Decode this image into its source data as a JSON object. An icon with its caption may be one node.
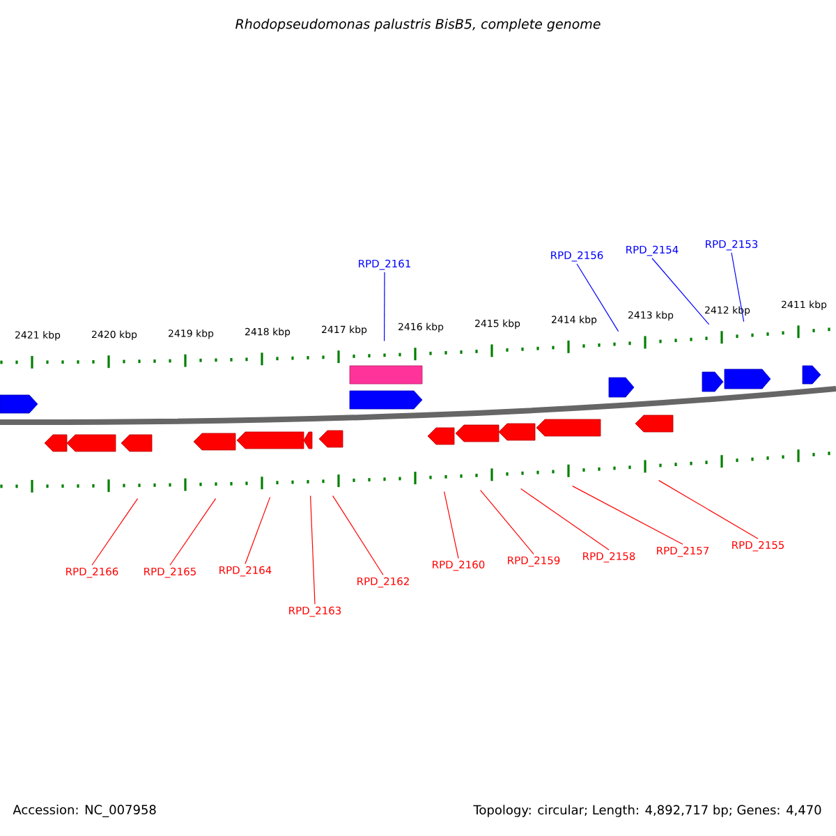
{
  "diagram": {
    "title": "Rhodopseudomonas palustris BisB5, complete genome",
    "nodes": [
      {
        "text": [
          "RPD_2161"
        ]
      },
      {
        "text": [
          "RPD_2156"
        ]
      },
      {
        "text": [
          "RPD_2154"
        ]
      },
      {
        "text": [
          "RPD_2153"
        ]
      },
      {
        "text": [
          "RPD_2166"
        ]
      },
      {
        "text": [
          "RPD_2165"
        ]
      },
      {
        "text": [
          "RPD_2164"
        ]
      },
      {
        "text": [
          "RPD_2163"
        ]
      },
      {
        "text": [
          "RPD_2162"
        ]
      },
      {
        "text": [
          "RPD_2160"
        ]
      },
      {
        "text": [
          "RPD_2159"
        ]
      },
      {
        "text": [
          "RPD_2158"
        ]
      },
      {
        "text": [
          "RPD_2157"
        ]
      },
      {
        "text": [
          "RPD_2155"
        ]
      },
      {
        "text": [],
        "shape": "scale"
      },
      {
        "text": [],
        "shape": "scale"
      }
    ],
    "edges": [
      {
        "from": 0,
        "to": 14,
        "arrow": "none",
        "color": "#0000ff"
      },
      {
        "from": 1,
        "to": 14,
        "arrow": "none",
        "color": "#0000ff"
      },
      {
        "from": 2,
        "to": 14,
        "arrow": "none",
        "color": "#0000ff"
      },
      {
        "from": 3,
        "to": 14,
        "arrow": "none",
        "color": "#0000ff"
      },
      {
        "from": 4,
        "to": 15,
        "arrow": "none"
      },
      {
        "from": 5,
        "to": 15,
        "arrow": "none"
      },
      {
        "from": 6,
        "to": 15,
        "arrow": "none"
      },
      {
        "from": 7,
        "to": 15,
        "arrow": "none"
      },
      {
        "from": 8,
        "to": 15,
        "arrow": "none"
      },
      {
        "from": 9,
        "to": 15,
        "arrow": "none"
      },
      {
        "from": 10,
        "to": 15,
        "arrow": "none"
      },
      {
        "from": 11,
        "to": 15,
        "arrow": "none"
      },
      {
        "from": 12,
        "to": 15,
        "arrow": "none"
      },
      {
        "from": 13,
        "to": 15,
        "arrow": "none"
      }
    ],
    "labels": [
      "2421 kbp",
      "2420 kbp",
      "2419 kbp",
      "2418 kbp",
      "2417 kbp",
      "2416 kbp",
      "2415 kbp",
      "2414 kbp",
      "2413 kbp",
      "2412 kbp",
      "2411 kbp",
      "Accession: NC_007958",
      "Topology: circular; Length: 4,892,717 bp; Genes: 4,470"
    ]
  }
}
